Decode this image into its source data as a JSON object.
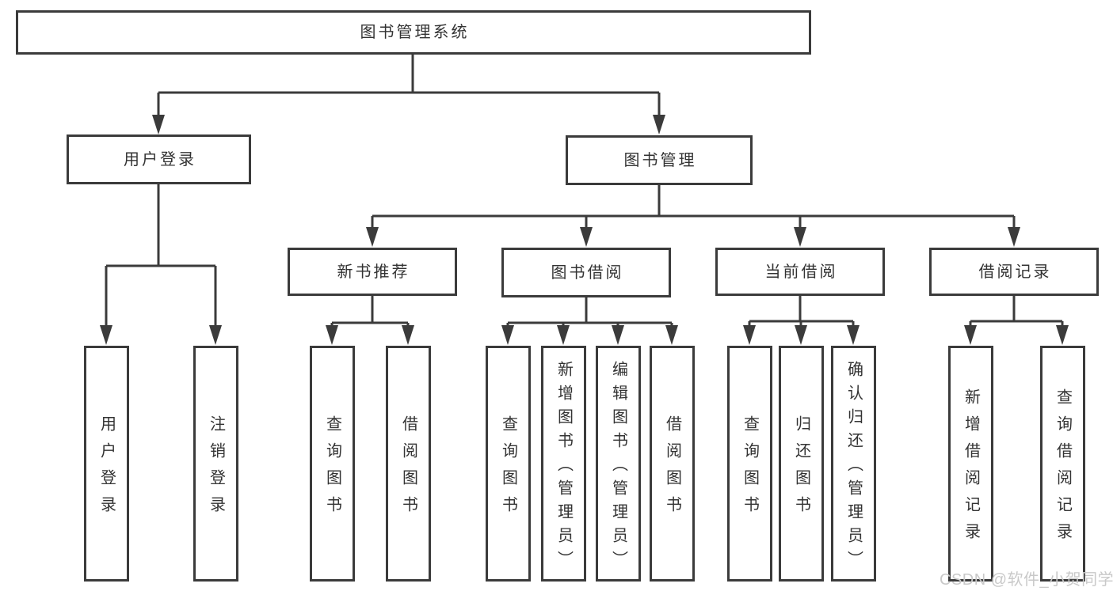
{
  "diagram": {
    "root": "图书管理系统",
    "level2": [
      "用户登录",
      "图书管理"
    ],
    "level3": [
      "新书推荐",
      "图书借阅",
      "当前借阅",
      "借阅记录"
    ],
    "leaves": {
      "login": [
        "用户登录",
        "注销登录"
      ],
      "recommend": [
        "查询图书",
        "借阅图书"
      ],
      "borrow": [
        "查询图书",
        "新增图书（管理员）",
        "编辑图书（管理员）",
        "借阅图书"
      ],
      "current": [
        "查询图书",
        "归还图书",
        "确认归还（管理员）"
      ],
      "records": [
        "新增借阅记录",
        "查询借阅记录"
      ]
    },
    "colors": {
      "line": "#3b3b3b",
      "text": "#333333",
      "background": "#ffffff",
      "watermark": "#c9c9c9"
    }
  },
  "watermark": "CSDN @软件_小贺同学"
}
